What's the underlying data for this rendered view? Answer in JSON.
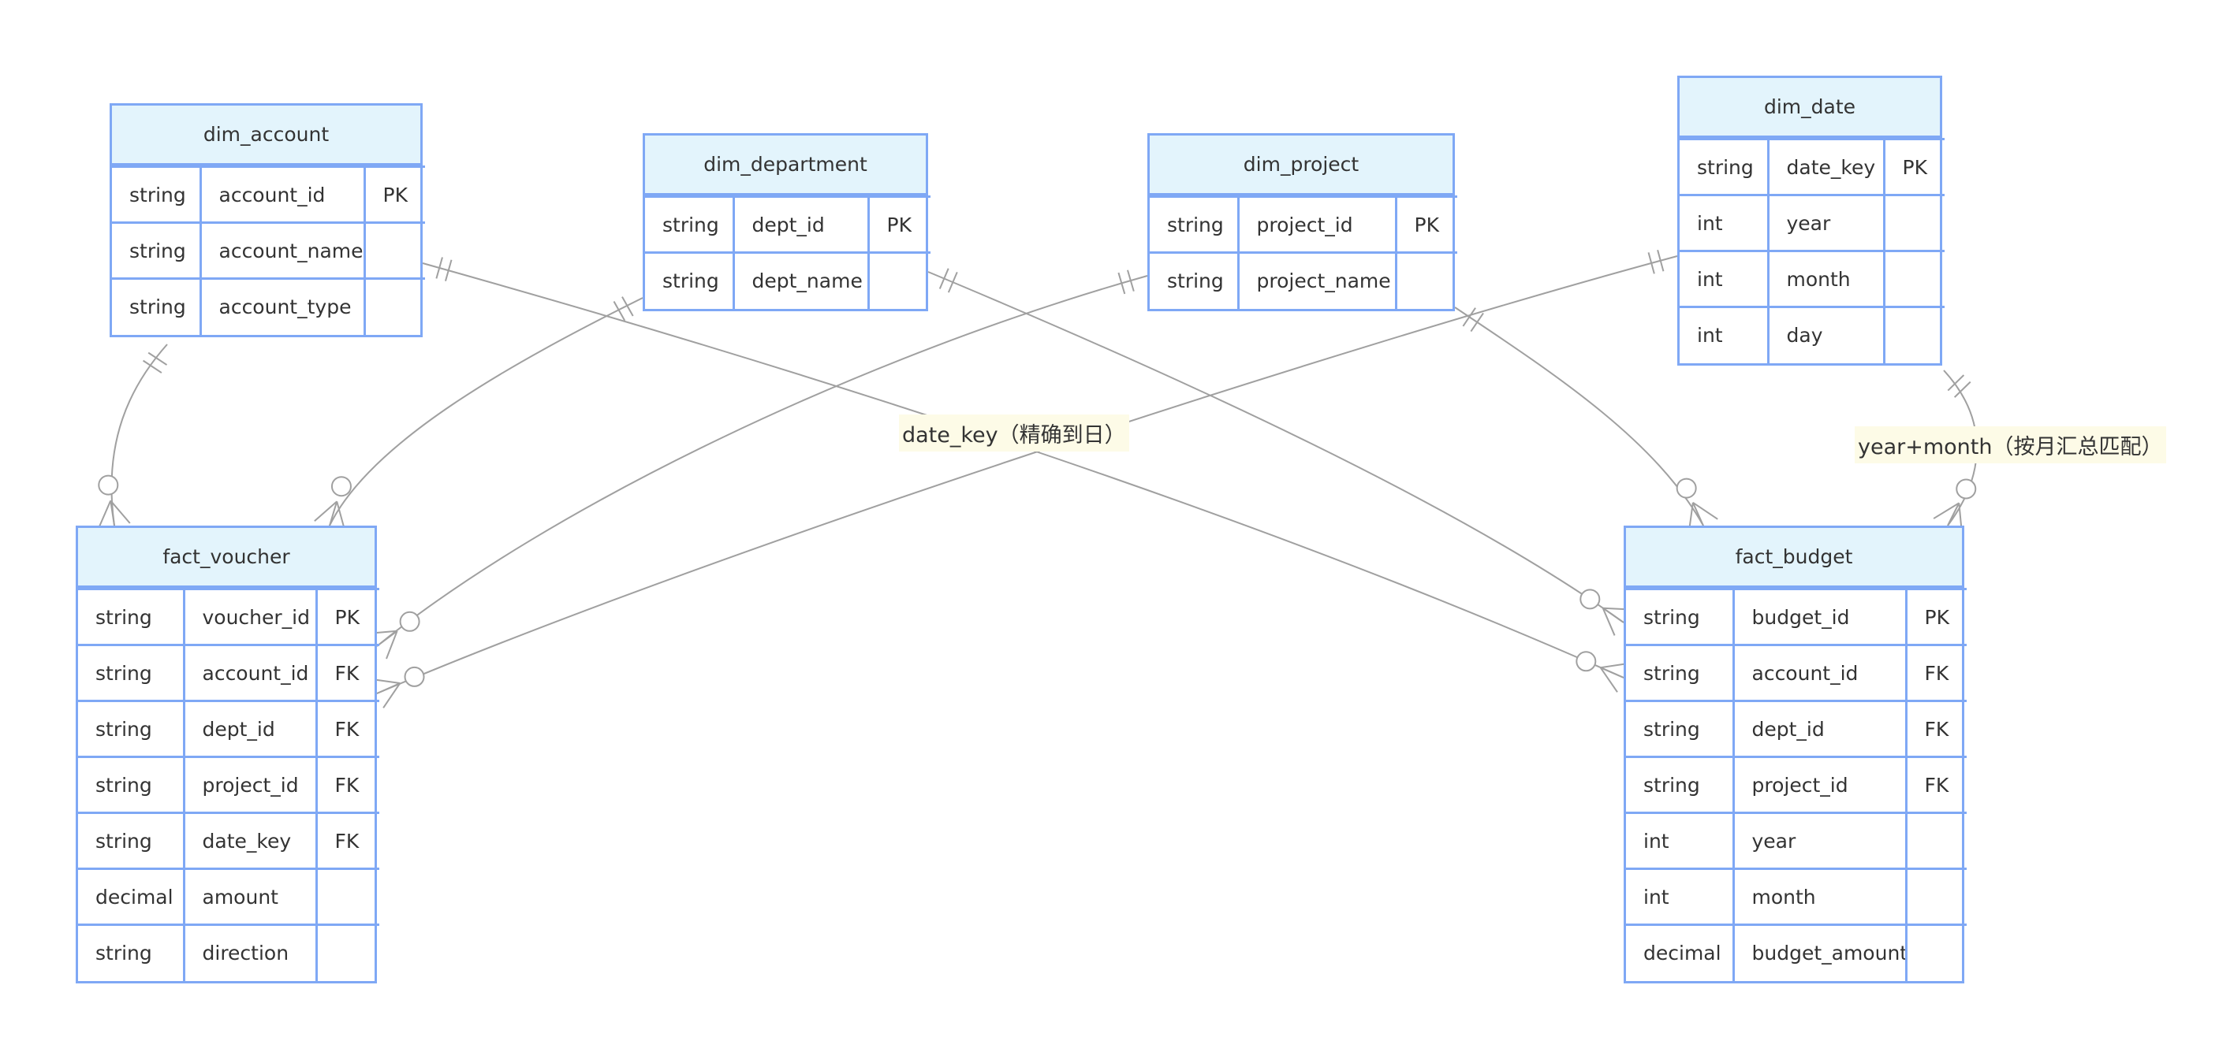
{
  "entities": {
    "dim_account": {
      "name": "dim_account",
      "attributes": [
        {
          "type": "string",
          "name": "account_id",
          "key": "PK"
        },
        {
          "type": "string",
          "name": "account_name",
          "key": ""
        },
        {
          "type": "string",
          "name": "account_type",
          "key": ""
        }
      ]
    },
    "dim_department": {
      "name": "dim_department",
      "attributes": [
        {
          "type": "string",
          "name": "dept_id",
          "key": "PK"
        },
        {
          "type": "string",
          "name": "dept_name",
          "key": ""
        }
      ]
    },
    "dim_project": {
      "name": "dim_project",
      "attributes": [
        {
          "type": "string",
          "name": "project_id",
          "key": "PK"
        },
        {
          "type": "string",
          "name": "project_name",
          "key": ""
        }
      ]
    },
    "dim_date": {
      "name": "dim_date",
      "attributes": [
        {
          "type": "string",
          "name": "date_key",
          "key": "PK"
        },
        {
          "type": "int",
          "name": "year",
          "key": ""
        },
        {
          "type": "int",
          "name": "month",
          "key": ""
        },
        {
          "type": "int",
          "name": "day",
          "key": ""
        }
      ]
    },
    "fact_voucher": {
      "name": "fact_voucher",
      "attributes": [
        {
          "type": "string",
          "name": "voucher_id",
          "key": "PK"
        },
        {
          "type": "string",
          "name": "account_id",
          "key": "FK"
        },
        {
          "type": "string",
          "name": "dept_id",
          "key": "FK"
        },
        {
          "type": "string",
          "name": "project_id",
          "key": "FK"
        },
        {
          "type": "string",
          "name": "date_key",
          "key": "FK"
        },
        {
          "type": "decimal",
          "name": "amount",
          "key": ""
        },
        {
          "type": "string",
          "name": "direction",
          "key": ""
        }
      ]
    },
    "fact_budget": {
      "name": "fact_budget",
      "attributes": [
        {
          "type": "string",
          "name": "budget_id",
          "key": "PK"
        },
        {
          "type": "string",
          "name": "account_id",
          "key": "FK"
        },
        {
          "type": "string",
          "name": "dept_id",
          "key": "FK"
        },
        {
          "type": "string",
          "name": "project_id",
          "key": "FK"
        },
        {
          "type": "int",
          "name": "year",
          "key": ""
        },
        {
          "type": "int",
          "name": "month",
          "key": ""
        },
        {
          "type": "decimal",
          "name": "budget_amount",
          "key": ""
        }
      ]
    }
  },
  "relationships": [
    {
      "from": "dim_account",
      "to": "fact_voucher",
      "from_card": "exactly-one",
      "to_card": "zero-or-many",
      "label": ""
    },
    {
      "from": "dim_department",
      "to": "fact_voucher",
      "from_card": "exactly-one",
      "to_card": "zero-or-many",
      "label": ""
    },
    {
      "from": "dim_project",
      "to": "fact_voucher",
      "from_card": "exactly-one",
      "to_card": "zero-or-many",
      "label": ""
    },
    {
      "from": "dim_date",
      "to": "fact_voucher",
      "from_card": "exactly-one",
      "to_card": "zero-or-many",
      "label": "date_key（精确到日）"
    },
    {
      "from": "dim_account",
      "to": "fact_budget",
      "from_card": "exactly-one",
      "to_card": "zero-or-many",
      "label": ""
    },
    {
      "from": "dim_department",
      "to": "fact_budget",
      "from_card": "exactly-one",
      "to_card": "zero-or-many",
      "label": ""
    },
    {
      "from": "dim_project",
      "to": "fact_budget",
      "from_card": "exactly-one",
      "to_card": "zero-or-many",
      "label": ""
    },
    {
      "from": "dim_date",
      "to": "fact_budget",
      "from_card": "exactly-one",
      "to_card": "zero-or-many",
      "label": "year+month（按月汇总匹配）"
    }
  ],
  "labels": {
    "date_key_label": "date_key（精确到日）",
    "year_month_label": "year+month（按月汇总匹配）"
  },
  "colors": {
    "entity_border": "#7fa8f5",
    "entity_header_bg": "#e3f4fc",
    "line": "#a0a0a0",
    "label_bg": "#fdfbe7"
  }
}
